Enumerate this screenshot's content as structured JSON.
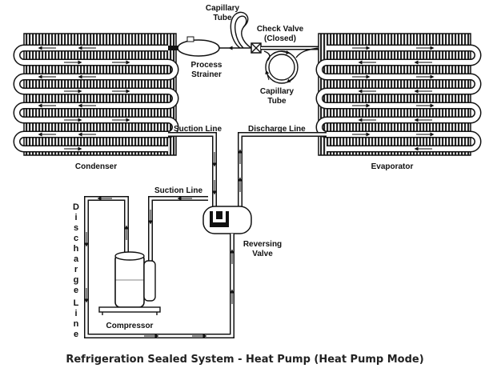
{
  "labels": {
    "capillary_tube_top": [
      "Capillary",
      "Tube"
    ],
    "check_valve": [
      "Check Valve",
      "(Closed)"
    ],
    "process_strainer": [
      "Process",
      "Strainer"
    ],
    "capillary_tube_right": [
      "Capillary",
      "Tube"
    ],
    "suction_line_upper": "Suction Line",
    "discharge_line_upper": "Discharge Line",
    "condenser": "Condenser",
    "evaporator": "Evaporator",
    "suction_line_lower": "Suction Line",
    "reversing_valve": [
      "Reversing",
      "Valve"
    ],
    "discharge_line_vertical": [
      "D",
      "i",
      "s",
      "c",
      "h",
      "a",
      "r",
      "g",
      "e",
      "",
      "L",
      "i",
      "n",
      "e"
    ],
    "compressor": "Compressor"
  },
  "caption": "Refrigeration Sealed System - Heat Pump (Heat Pump Mode)"
}
